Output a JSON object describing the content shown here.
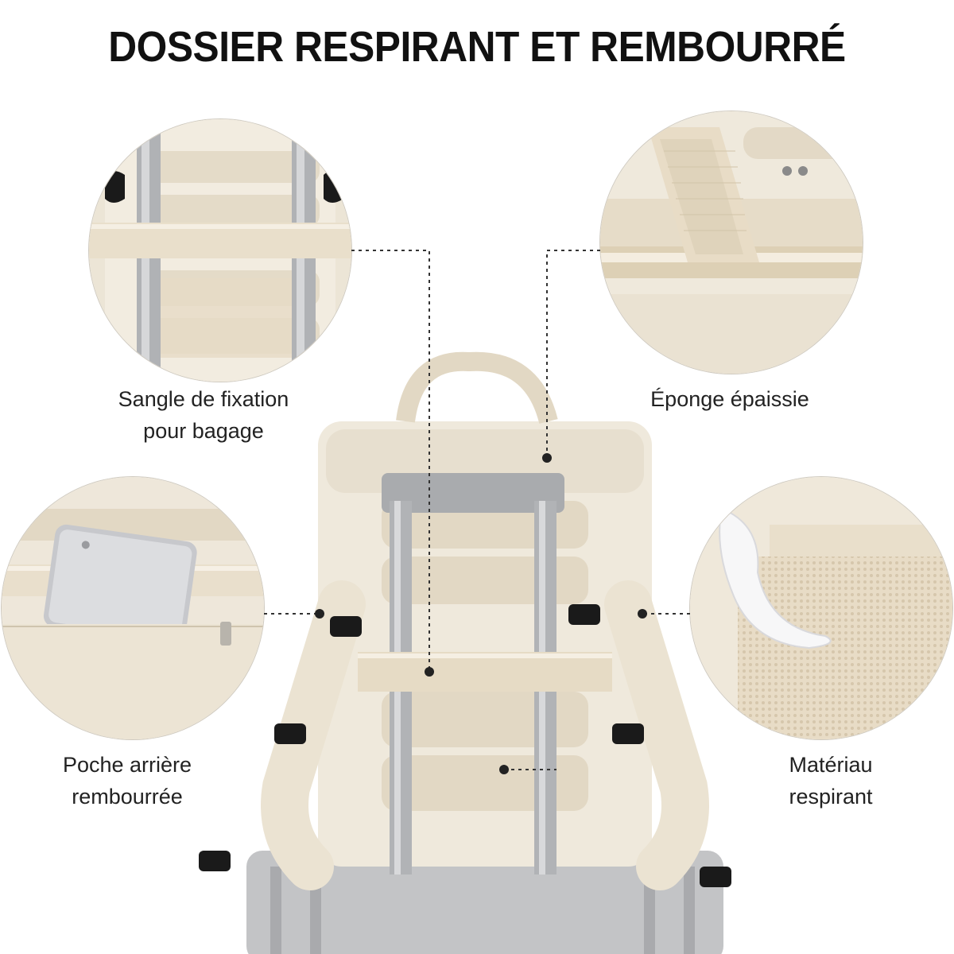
{
  "title": "DOSSIER RESPIRANT ET REMBOURRÉ",
  "callouts": {
    "luggage_strap": {
      "line1": "Sangle de fixation",
      "line2": "pour bagage"
    },
    "thick_sponge": {
      "line1": "Éponge épaissie"
    },
    "back_pocket": {
      "line1": "Poche arrière",
      "line2": "rembourrée"
    },
    "breathable": {
      "line1": "Matériau",
      "line2": "respirant"
    }
  },
  "colors": {
    "fabric": "#efe9dc",
    "fabric_shadow": "#ddd5c4",
    "mesh": "#e6dcc9",
    "metal": "#b8b9bb",
    "buckle": "#1a1a1a"
  }
}
